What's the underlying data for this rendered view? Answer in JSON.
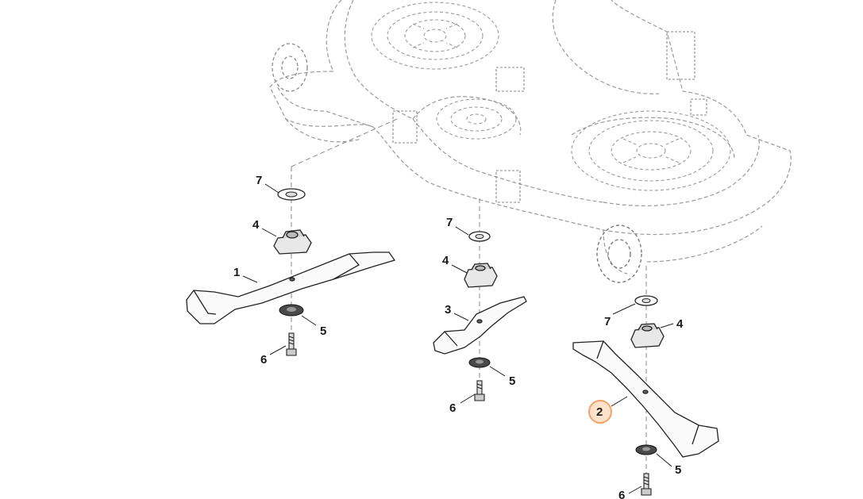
{
  "diagram": {
    "highlight_color": "#f4a26b",
    "callouts": [
      {
        "id": "c7a",
        "label": "7"
      },
      {
        "id": "c4a",
        "label": "4"
      },
      {
        "id": "c1",
        "label": "1"
      },
      {
        "id": "c5a",
        "label": "5"
      },
      {
        "id": "c6a",
        "label": "6"
      },
      {
        "id": "c7b",
        "label": "7"
      },
      {
        "id": "c4b",
        "label": "4"
      },
      {
        "id": "c3",
        "label": "3"
      },
      {
        "id": "c5b",
        "label": "5"
      },
      {
        "id": "c6b",
        "label": "6"
      },
      {
        "id": "c7c",
        "label": "7"
      },
      {
        "id": "c4c",
        "label": "4"
      },
      {
        "id": "c2",
        "label": "2",
        "highlighted": true
      },
      {
        "id": "c5c",
        "label": "5"
      },
      {
        "id": "c6c",
        "label": "6"
      }
    ]
  }
}
